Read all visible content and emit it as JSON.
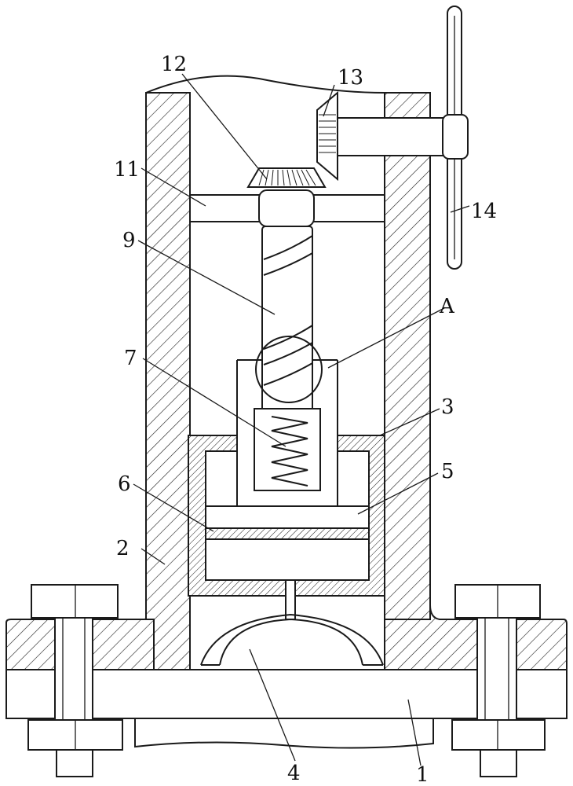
{
  "labels": {
    "l1": "1",
    "l2": "2",
    "l3": "3",
    "l4": "4",
    "l5": "5",
    "l6": "6",
    "l7": "7",
    "l9": "9",
    "l11": "11",
    "l12": "12",
    "l13": "13",
    "l14": "14",
    "lA": "A"
  }
}
